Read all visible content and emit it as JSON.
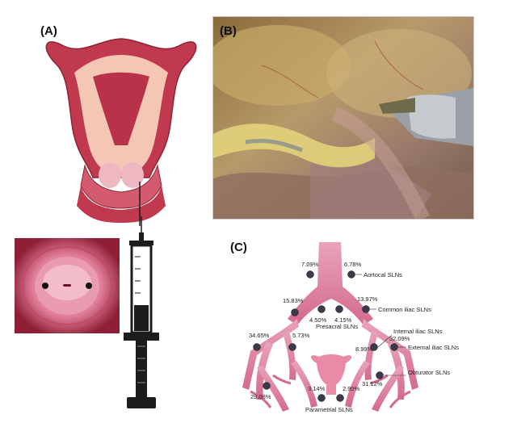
{
  "panels": {
    "a_label": "(A)",
    "b_label": "(B)",
    "c_label": "(C)"
  },
  "sln_diagram": {
    "percentages": {
      "aortocaval_left": "7.09%",
      "aortocaval_right": "6.78%",
      "common_iliac_left": "15.83%",
      "common_iliac_right": "13.97%",
      "presacral_left": "4.50%",
      "presacral_right": "4.15%",
      "external_iliac_left": "34.65%",
      "internal_iliac_left": "5.73%",
      "internal_iliac_right": "8.99%",
      "external_iliac_right": "32.09%",
      "obturator_left": "29.08%",
      "obturator_right": "31.12%",
      "parametrial_left": "3.14%",
      "parametrial_right": "2.90%"
    },
    "labels": {
      "aortocaval": "Aortocal SLNs",
      "common_iliac": "Common iliac SLNs",
      "presacral": "Presacral SLNs",
      "internal_iliac": "Internal iliac SLNs",
      "external_iliac": "External iliac SLNs",
      "obturator": "Obturator SLNs",
      "parametrial": "Parametrial SLNs"
    }
  },
  "colors": {
    "vessel": "#e8a3ba",
    "vessel_dark": "#c9577f",
    "node": "#3a3a4a",
    "uterus_outer": "#c0394f",
    "uterus_inner": "#f3c7b3",
    "syringe": "#1c1c1c"
  }
}
